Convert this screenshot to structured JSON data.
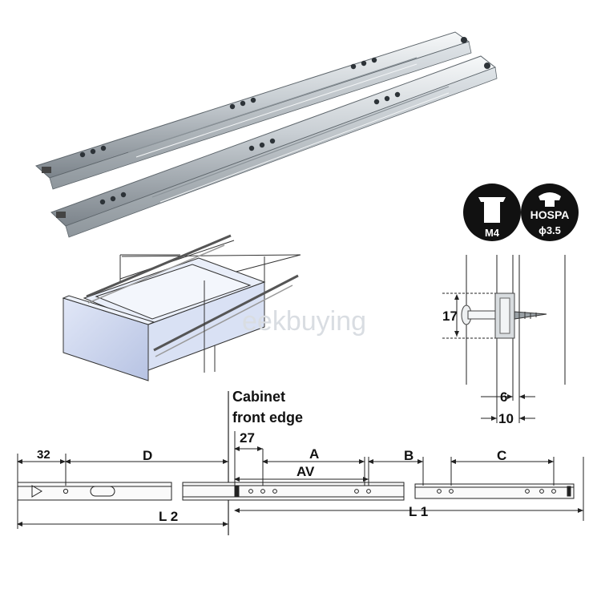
{
  "watermark": "eekbuying",
  "cabinet_label": {
    "line1": "Cabinet",
    "line2": "front edge"
  },
  "badges": {
    "m4": {
      "label": "M4"
    },
    "hospa": {
      "label": "HOSPA",
      "size": "ϕ3.5"
    }
  },
  "profile_dims": {
    "height": "17",
    "gap_small": "6",
    "gap_large": "10"
  },
  "rail_dims": {
    "d32": "32",
    "d": "D",
    "d27": "27",
    "a": "A",
    "av": "AV",
    "b": "B",
    "c": "C",
    "l1": "L 1",
    "l2": "L 2"
  },
  "colors": {
    "rail_light": "#e8ecef",
    "rail_mid": "#b9c0c6",
    "rail_dark": "#6f777e",
    "drawer_face": "#cfd8ef",
    "badge_black": "#111111",
    "line": "#222222"
  }
}
